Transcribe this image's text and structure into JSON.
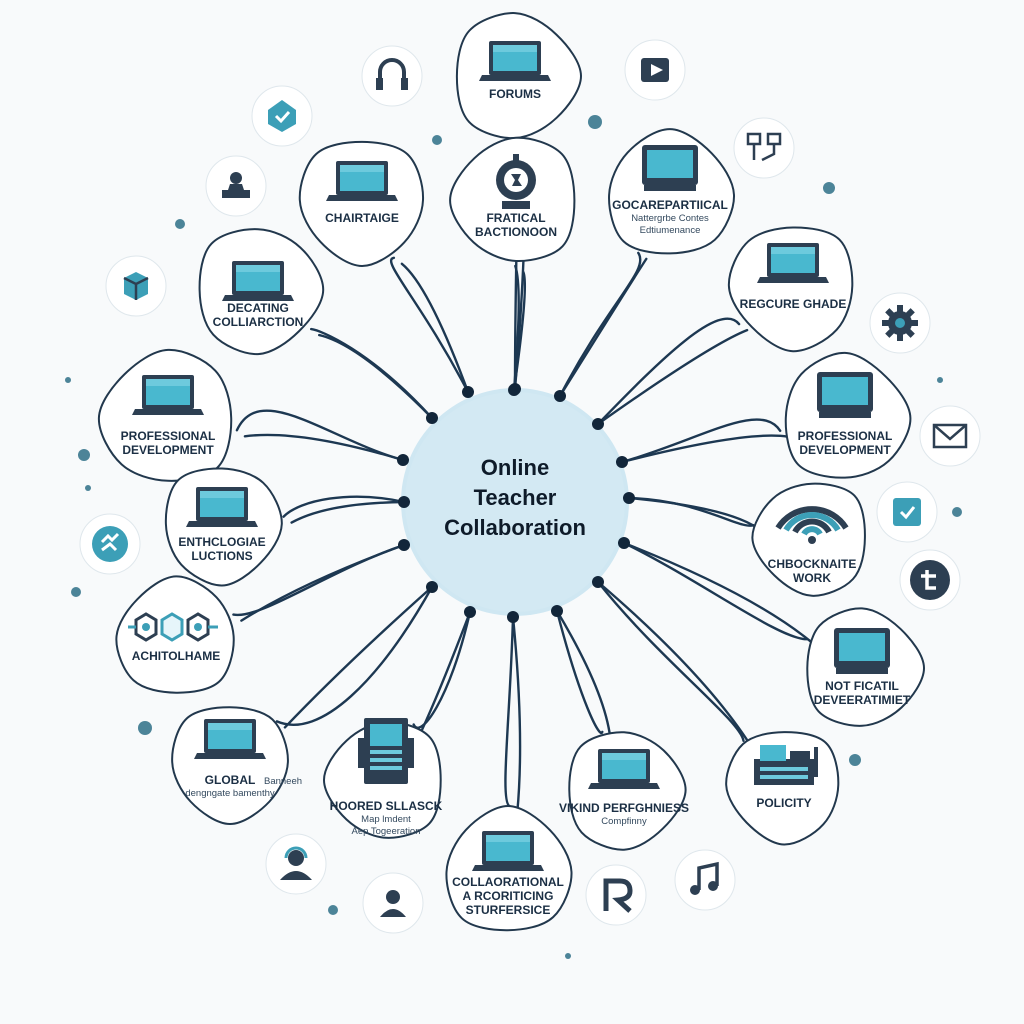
{
  "center": {
    "lines": [
      "Online",
      "Teacher",
      "Collaboration"
    ]
  },
  "nodes": [
    {
      "id": "forums",
      "lines": [
        "FORUMS"
      ],
      "icon": "laptop-icon"
    },
    {
      "id": "chairtaige",
      "lines": [
        "CHAIRTAIGE"
      ],
      "icon": "laptop-icon"
    },
    {
      "id": "fratical",
      "lines": [
        "FRATICAL",
        "BACTIONOON"
      ],
      "icon": "medal-icon"
    },
    {
      "id": "gocarepartical",
      "lines": [
        "GOCAREPARTIICAL"
      ],
      "sub": [
        "Nattergrbe Contes",
        "Edtiumenance"
      ],
      "icon": "monitor-icon"
    },
    {
      "id": "decating",
      "lines": [
        "DECATING",
        "COLLIARCTION"
      ],
      "icon": "laptop-icon"
    },
    {
      "id": "regcure",
      "lines": [
        "REGCURE GHADE"
      ],
      "icon": "laptop-icon"
    },
    {
      "id": "prof-dev-left",
      "lines": [
        "PROFESSIONAL",
        "DEVELOPMENT"
      ],
      "icon": "laptop-icon"
    },
    {
      "id": "prof-dev-right",
      "lines": [
        "PROFESSIONAL",
        "DEVELOPMENT"
      ],
      "icon": "monitor-icon"
    },
    {
      "id": "enthcloline",
      "lines": [
        "ENTHCLOGIAE",
        "LUCTIONS"
      ],
      "icon": "laptop-icon"
    },
    {
      "id": "chbocknaite",
      "lines": [
        "CHBOCKNAITE",
        "WORK"
      ],
      "icon": "wifi-icon"
    },
    {
      "id": "achitolhame",
      "lines": [
        "ACHITOLHAME"
      ],
      "icon": "network-icon"
    },
    {
      "id": "not-ficatil",
      "lines": [
        "NOT FICATIL",
        "DEVEERATIMIET"
      ],
      "icon": "monitor-icon"
    },
    {
      "id": "global",
      "lines": [
        "GLOBAL"
      ],
      "inline_sub": "Banneeh",
      "sub": [
        "dengngate bamenthy"
      ],
      "icon": "laptop-icon"
    },
    {
      "id": "hoored",
      "lines": [
        "HOORED SLLASCK"
      ],
      "sub": [
        "Map lmdent",
        "Aep Togeeration"
      ],
      "icon": "server-icon"
    },
    {
      "id": "collaorational",
      "lines": [
        "COLLAORATIONAL",
        "A RCORITICING",
        "STURFERSICE"
      ],
      "icon": "laptop-icon"
    },
    {
      "id": "vikind",
      "lines": [
        "VIKIND PERFGHNIESS"
      ],
      "sub": [
        "Compfinny"
      ],
      "icon": "laptop-icon"
    },
    {
      "id": "policity",
      "lines": [
        "POLICITY"
      ],
      "icon": "machine-icon"
    }
  ],
  "decor_icons": [
    "headset-icon",
    "play-icon",
    "checkmark-shield-icon",
    "flowchart-icon",
    "user-podium-icon",
    "cube-icon",
    "gear-icon",
    "mail-icon",
    "puzzle-icon",
    "checkbox-icon",
    "t-circle-icon",
    "support-person-icon",
    "user-icon",
    "music-note-icon",
    "r-logo-icon"
  ],
  "colors": {
    "hub_fill": "#cfe7f2",
    "line": "#1d3852",
    "node_border": "#22384d",
    "accent": "#3c9fb7",
    "screen": "#49b8cf"
  }
}
